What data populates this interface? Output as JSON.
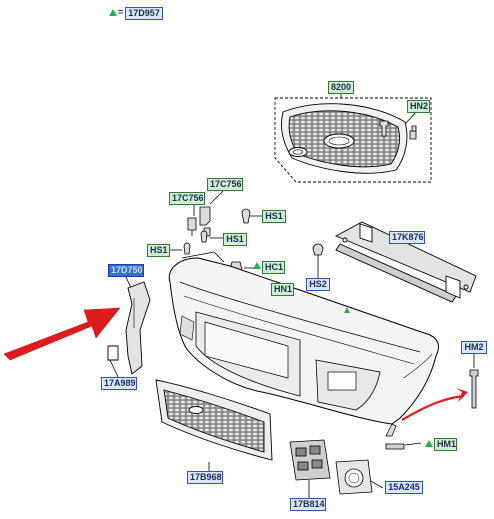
{
  "legend": {
    "symbol": "green-triangle",
    "equals": "=",
    "code": "17D957"
  },
  "colors": {
    "label_green_fill": "#cfeecf",
    "label_green_border": "#2f7d32",
    "label_blue_fill": "#dbe6fb",
    "label_blue_border": "#2c52c7",
    "highlight_blue": "#2f6fe0",
    "arrow_red": "#e01b1b",
    "marker_green": "#22b14c"
  },
  "callouts": {
    "c_8200": "8200",
    "c_hn2": "HN2",
    "c_17c756_a": "17C756",
    "c_17c756_b": "17C756",
    "c_hs1_a": "HS1",
    "c_hs1_b": "HS1",
    "c_hs1_c": "HS1",
    "c_hc1": "HC1",
    "c_hn1": "HN1",
    "c_hs2": "HS2",
    "c_17k876": "17K876",
    "c_17d750": "17D750",
    "c_17a989": "17A989",
    "c_hm2": "HM2",
    "c_hm1": "HM1",
    "c_17b968": "17B968",
    "c_17b814": "17B814",
    "c_15a245": "15A245"
  }
}
